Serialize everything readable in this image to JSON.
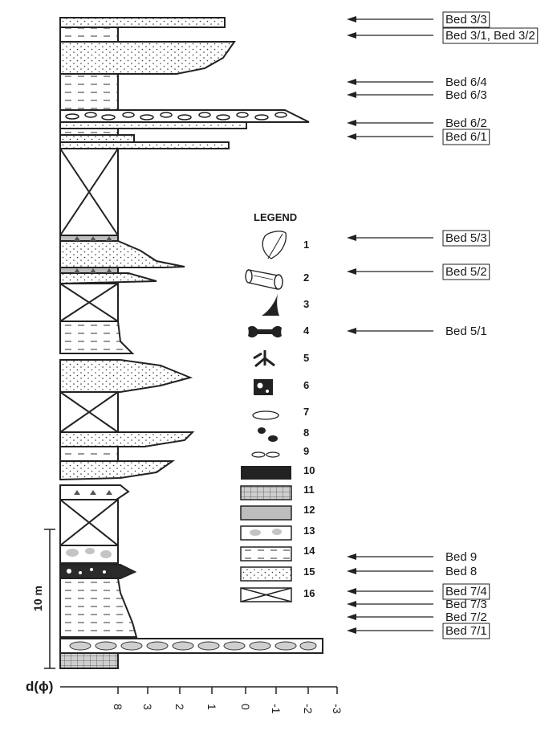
{
  "legend": {
    "title": "LEGEND",
    "items": [
      {
        "num": "1",
        "icon": "leaf-icon"
      },
      {
        "num": "2",
        "icon": "log-icon"
      },
      {
        "num": "3",
        "icon": "tooth-icon"
      },
      {
        "num": "4",
        "icon": "bone-icon"
      },
      {
        "num": "5",
        "icon": "root-trace-icon"
      },
      {
        "num": "6",
        "icon": "clast-block-icon"
      },
      {
        "num": "7",
        "icon": "concretion-icon"
      },
      {
        "num": "8",
        "icon": "pebbles-icon"
      },
      {
        "num": "9",
        "icon": "lenses-icon"
      },
      {
        "num": "10",
        "icon": "black-box"
      },
      {
        "num": "11",
        "icon": "grid-box"
      },
      {
        "num": "12",
        "icon": "gray-box"
      },
      {
        "num": "13",
        "icon": "mottled-box"
      },
      {
        "num": "14",
        "icon": "dashed-box"
      },
      {
        "num": "15",
        "icon": "dotted-box"
      },
      {
        "num": "16",
        "icon": "cross-box"
      }
    ]
  },
  "beds": [
    {
      "label": "Bed 3/3",
      "boxed": true
    },
    {
      "label": "Bed 3/1, Bed 3/2",
      "boxed": true
    },
    {
      "label": "Bed 6/4",
      "boxed": false
    },
    {
      "label": "Bed 6/3",
      "boxed": false
    },
    {
      "label": "Bed 6/2",
      "boxed": false
    },
    {
      "label": "Bed 6/1",
      "boxed": true
    },
    {
      "label": "Bed 5/3",
      "boxed": true
    },
    {
      "label": "Bed 5/2",
      "boxed": true
    },
    {
      "label": "Bed 5/1",
      "boxed": false
    },
    {
      "label": "Bed 9",
      "boxed": false
    },
    {
      "label": "Bed 8",
      "boxed": false
    },
    {
      "label": "Bed 7/4",
      "boxed": true
    },
    {
      "label": "Bed 7/3",
      "boxed": false
    },
    {
      "label": "Bed 7/2",
      "boxed": false
    },
    {
      "label": "Bed 7/1",
      "boxed": true
    }
  ],
  "scale_label": "10 m",
  "axis": {
    "title": "d(ϕ)",
    "ticks": [
      "8",
      "3",
      "2",
      "1",
      "0",
      "-1",
      "-2",
      "-3"
    ]
  }
}
